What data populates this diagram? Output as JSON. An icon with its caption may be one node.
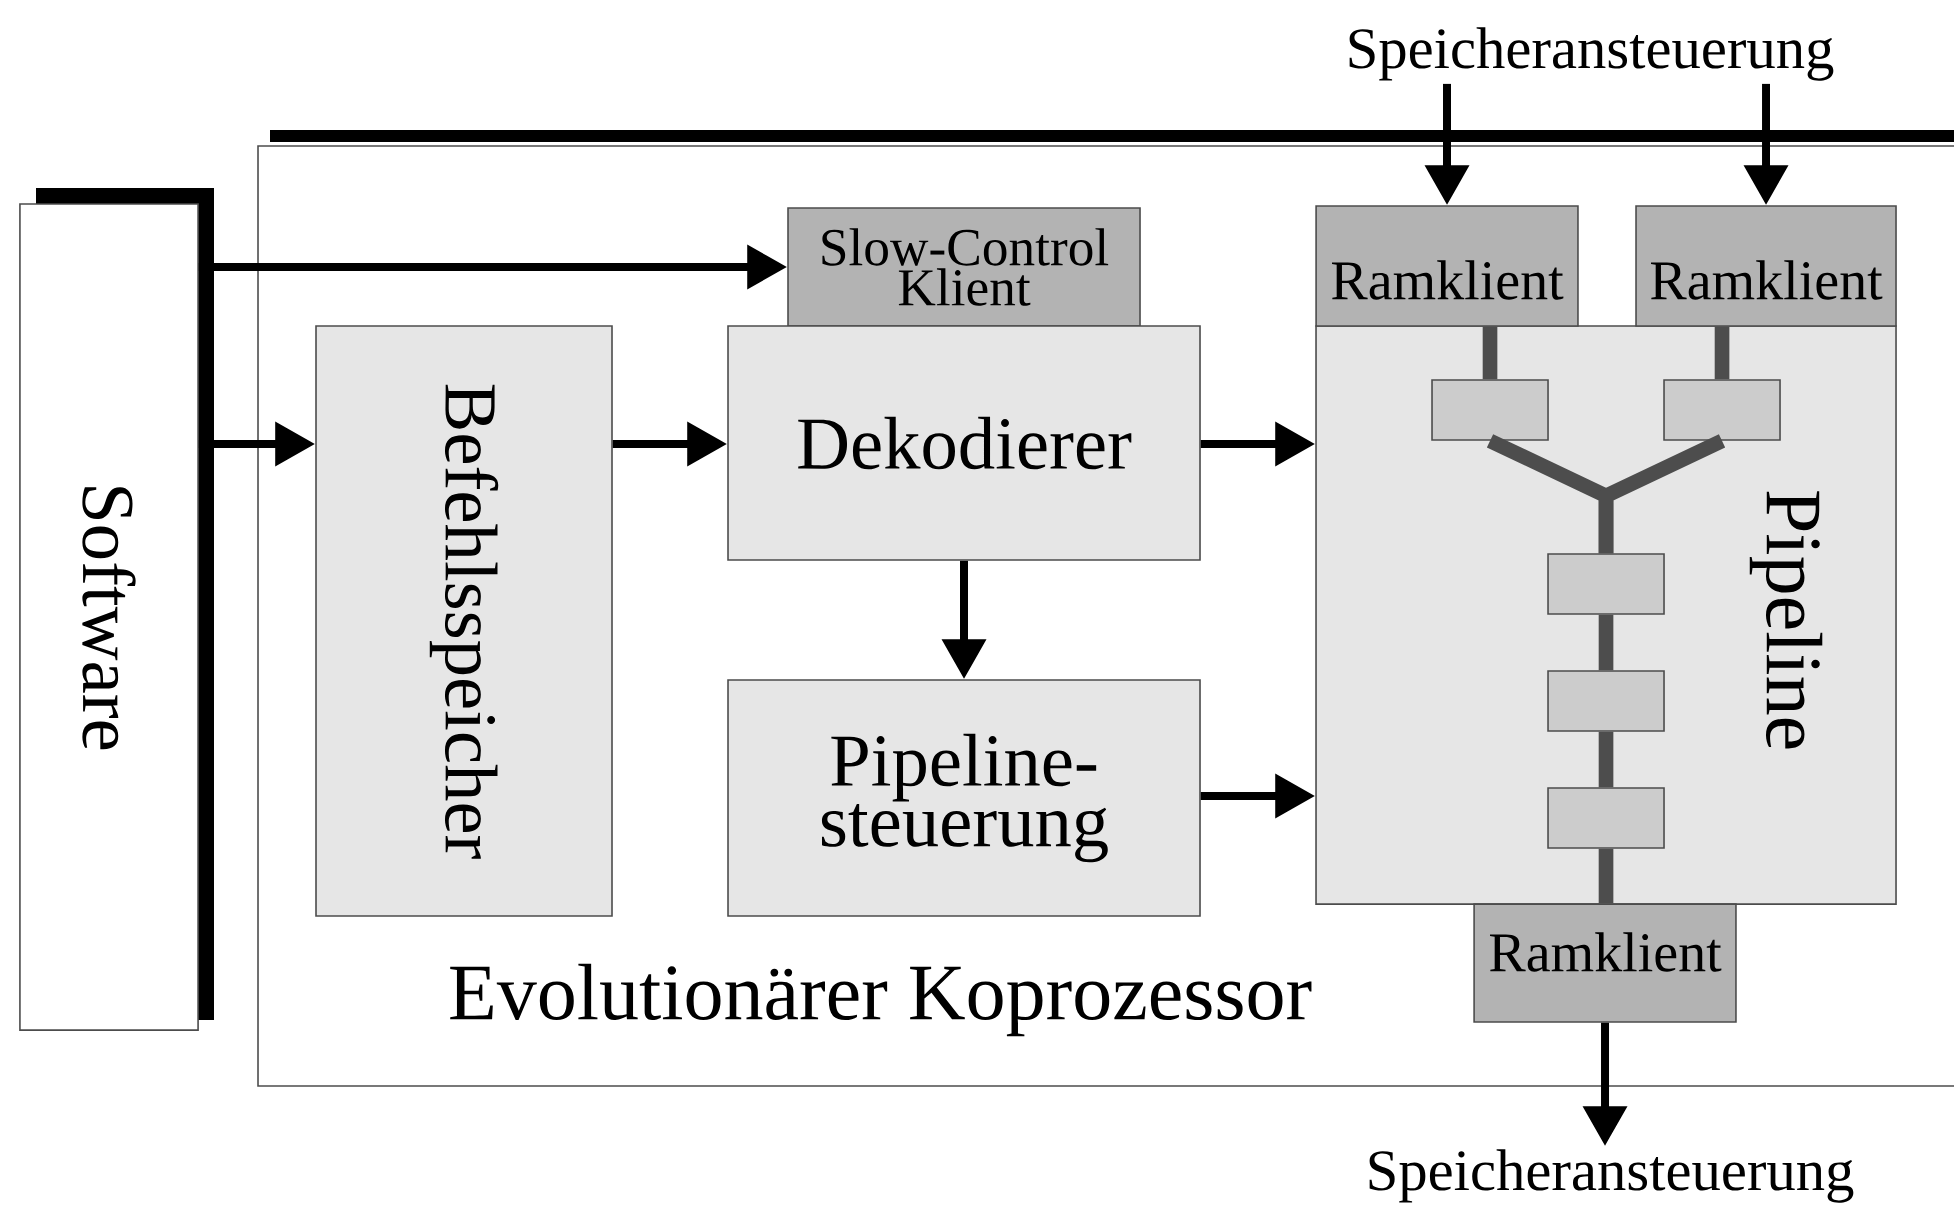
{
  "diagram": {
    "nodes": [
      {
        "text": [
          "Evolutionärer Koprozessor"
        ]
      },
      {
        "text": [
          "Software"
        ]
      },
      {
        "text": [
          "Slow-Control Klient"
        ],
        "in": 0
      },
      {
        "text": [
          "Befehlsspeicher"
        ],
        "in": 0
      },
      {
        "text": [
          "Dekodierer"
        ],
        "in": 0
      },
      {
        "text": [
          "Pipeline- steuerung"
        ],
        "in": 0
      },
      {
        "text": [
          "Pipeline"
        ],
        "in": 0
      },
      {
        "text": [
          "Ramklient"
        ],
        "in": 0
      },
      {
        "text": [
          "Ramklient"
        ],
        "in": 0
      },
      {
        "text": [],
        "shape": "box",
        "in": 6
      },
      {
        "text": [],
        "shape": "box",
        "in": 6
      },
      {
        "text": [],
        "shape": "box",
        "in": 6
      },
      {
        "text": [],
        "shape": "box",
        "in": 6
      },
      {
        "text": [],
        "shape": "box",
        "in": 6
      },
      {
        "text": [
          "Ramklient"
        ],
        "in": 0
      },
      {
        "text": [
          "Speicheransteuerung"
        ]
      },
      {
        "text": [
          "Speicheransteuerung"
        ]
      }
    ],
    "edges": [
      {
        "from": 1,
        "to": 2,
        "arrow": "to"
      },
      {
        "from": 1,
        "to": 3,
        "arrow": "to"
      },
      {
        "from": 3,
        "to": 4,
        "arrow": "to"
      },
      {
        "from": 4,
        "to": 6,
        "arrow": "to"
      },
      {
        "from": 4,
        "to": 5,
        "arrow": "to"
      },
      {
        "from": 5,
        "to": 6,
        "arrow": "to"
      },
      {
        "from": 15,
        "to": 7,
        "arrow": "to"
      },
      {
        "from": 15,
        "to": 8,
        "arrow": "to"
      },
      {
        "from": 14,
        "to": 16,
        "arrow": "to"
      },
      {
        "from": 7,
        "to": 9,
        "arrow": "none",
        "style": "thick",
        "color": "#4d4d4d"
      },
      {
        "from": 8,
        "to": 10,
        "arrow": "none",
        "style": "thick",
        "color": "#4d4d4d"
      },
      {
        "from": 9,
        "to": 11,
        "arrow": "none",
        "style": "thick",
        "color": "#4d4d4d"
      },
      {
        "from": 10,
        "to": 11,
        "arrow": "none",
        "style": "thick",
        "color": "#4d4d4d"
      },
      {
        "from": 11,
        "to": 12,
        "arrow": "none",
        "style": "thick",
        "color": "#4d4d4d"
      },
      {
        "from": 12,
        "to": 13,
        "arrow": "none",
        "style": "thick",
        "color": "#4d4d4d"
      },
      {
        "from": 13,
        "to": 14,
        "arrow": "none",
        "style": "thick",
        "color": "#4d4d4d"
      }
    ]
  }
}
